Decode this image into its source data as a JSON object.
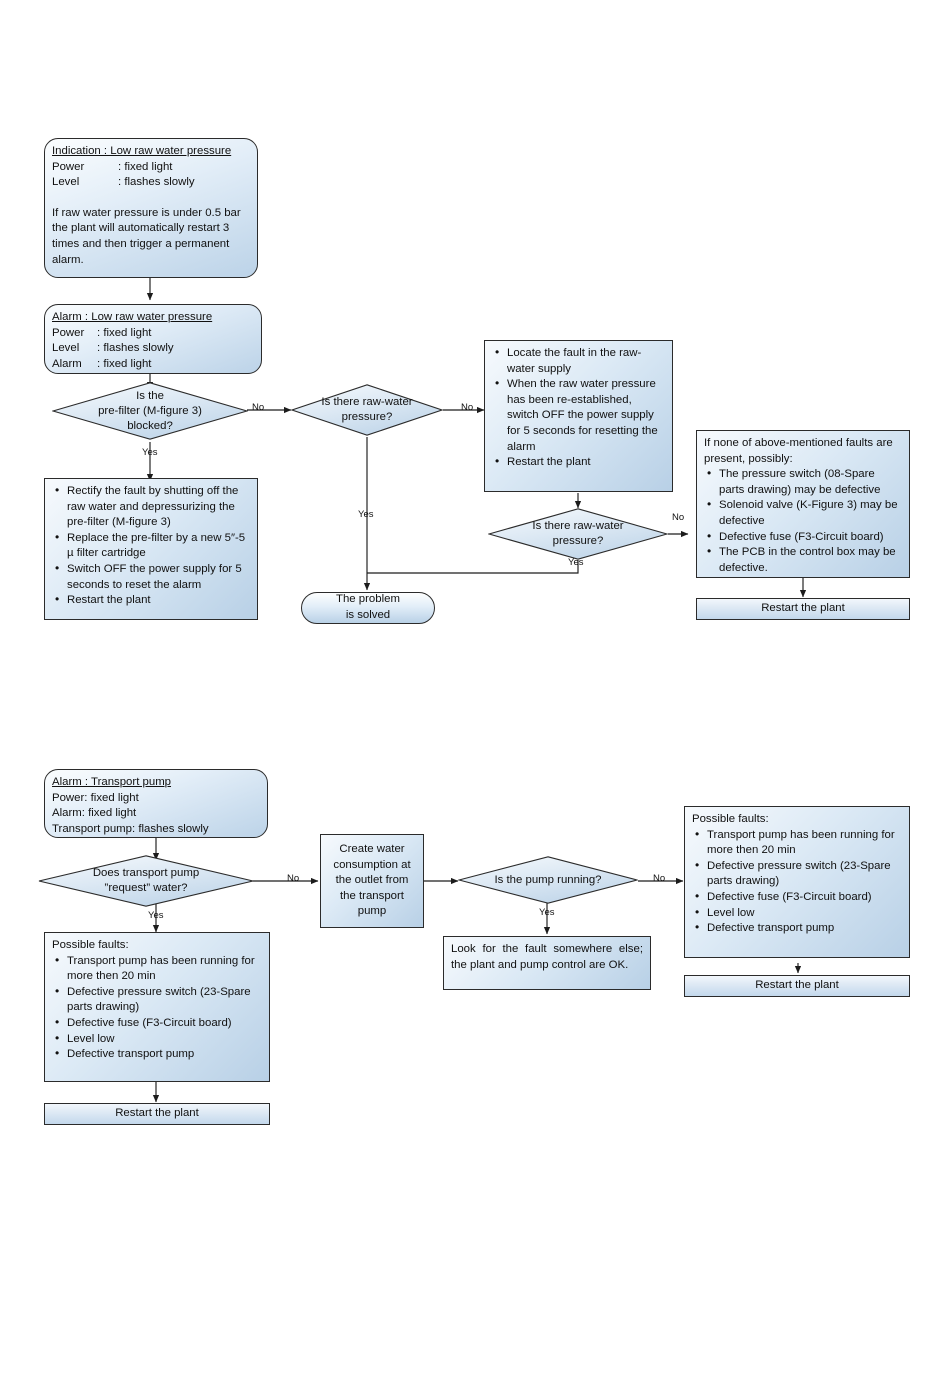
{
  "diagram": {
    "type": "flowchart",
    "title": "Troubleshooting flowcharts",
    "colors": {
      "node_fill_light": "#f7fafd",
      "node_fill_mid": "#dbe9f5",
      "node_fill_dark": "#b8d0e6",
      "stroke": "#2b2b2b",
      "text": "#111111"
    }
  },
  "chart1": {
    "indication": {
      "header": "Indication : Low raw water pressure",
      "rows": [
        {
          "key": "Power",
          "value": ": fixed light"
        },
        {
          "key": "Level",
          "value": ": flashes slowly"
        }
      ],
      "note": "If raw water pressure is under 0.5 bar the plant will automatically restart 3 times and then trigger a permanent alarm."
    },
    "alarm": {
      "header": "Alarm   : Low raw water pressure",
      "rows": [
        {
          "key": "Power",
          "value": ": fixed light"
        },
        {
          "key": "Level",
          "value": ": flashes slowly"
        },
        {
          "key": "Alarm",
          "value": ": fixed light"
        }
      ]
    },
    "decision_prefilter": {
      "line1": "Is the",
      "line2": "pre-filter (M-figure 3)",
      "line3": "blocked?",
      "yes": "Yes",
      "no": "No"
    },
    "decision_rawwater_1": {
      "line1": "Is there raw-water",
      "line2": "pressure?",
      "yes": "Yes",
      "no": "No"
    },
    "decision_rawwater_2": {
      "line1": "Is there raw-water",
      "line2": "pressure?",
      "yes": "Yes",
      "no": "No"
    },
    "action_prefilter": {
      "items": [
        "Rectify the fault by shutting off the raw water and depressurizing the pre-filter (M-figure 3)",
        "Replace the pre-filter by a new 5″-5 µ filter cartridge",
        "Switch OFF the power supply for 5 seconds to reset the alarm",
        "Restart the plant"
      ]
    },
    "action_supply": {
      "items": [
        "Locate the fault in the raw-water supply",
        "When the raw water pressure has been re-established, switch OFF the power supply for 5 seconds for resetting the alarm",
        "Restart the plant"
      ]
    },
    "possible_faults": {
      "lead": "If none of above-mentioned faults are present, possibly:",
      "items": [
        "The pressure switch (08-Spare parts drawing) may be defective",
        "Solenoid valve (K-Figure 3) may be defective",
        "Defective fuse (F3-Circuit board)",
        "The PCB in the control box may be defective."
      ]
    },
    "problem_solved": {
      "line1": "The problem",
      "line2": "is solved"
    },
    "restart": "Restart the plant"
  },
  "chart2": {
    "alarm": {
      "header": "Alarm : Transport pump",
      "rows": [
        {
          "key": "Power:",
          "value": "fixed light"
        },
        {
          "key": "Alarm:",
          "value": "fixed light"
        },
        {
          "key": "Transport pump:",
          "value": "flashes slowly"
        }
      ]
    },
    "decision_request": {
      "line1": "Does transport pump",
      "line2": "”request” water?",
      "yes": "Yes",
      "no": "No"
    },
    "create_consumption": {
      "lines": [
        "Create water",
        "consumption at",
        "the outlet from",
        "the transport",
        "pump"
      ]
    },
    "decision_running": {
      "line1": "Is the pump running?",
      "yes": "Yes",
      "no": "No"
    },
    "look_elsewhere": "Look for the fault somewhere else; the plant and pump control are OK.",
    "possible_faults_left": {
      "lead": "Possible faults:",
      "items": [
        "Transport pump has been running for more then 20 min",
        "Defective pressure switch (23-Spare parts drawing)",
        "Defective fuse (F3-Circuit board)",
        "Level low",
        "Defective transport pump"
      ]
    },
    "possible_faults_right": {
      "lead": "Possible faults:",
      "items": [
        "Transport pump has been running for more then 20 min",
        "Defective pressure switch (23-Spare parts drawing)",
        "Defective fuse (F3-Circuit board)",
        "Level low",
        "Defective transport pump"
      ]
    },
    "restart_left": "Restart the plant",
    "restart_right": "Restart the plant"
  }
}
